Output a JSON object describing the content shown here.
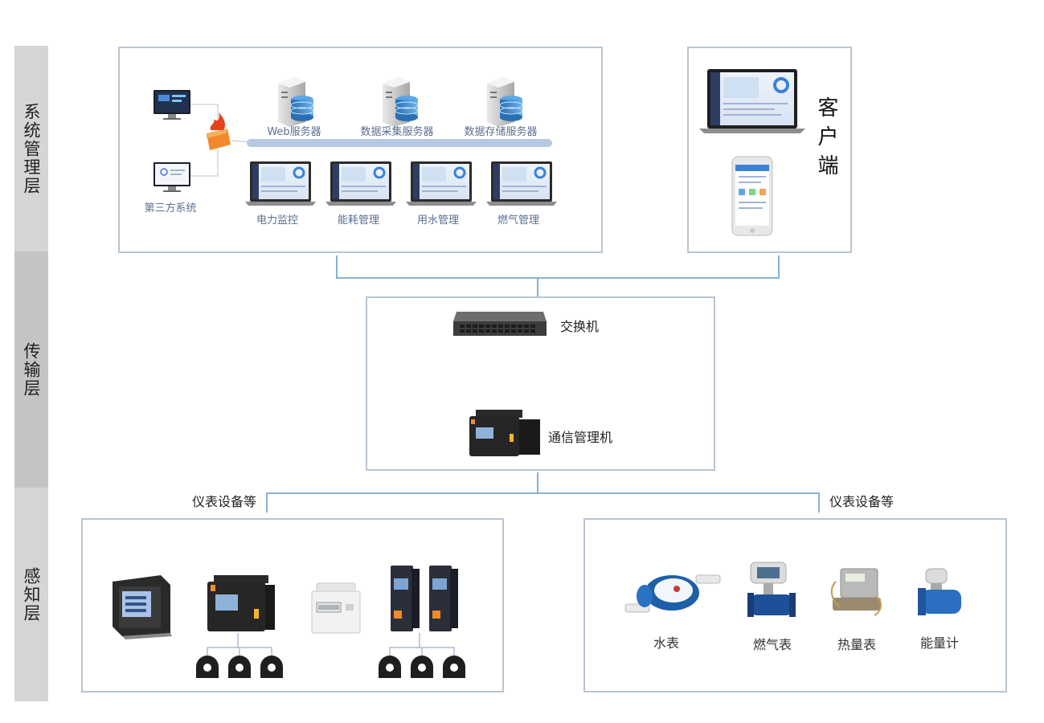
{
  "layers": {
    "system": "系统管理层",
    "transport": "传输层",
    "perception": "感知层"
  },
  "system_box": {
    "servers": [
      "Web服务器",
      "数据采集服务器",
      "数据存储服务器"
    ],
    "third_party": "第三方系统",
    "apps": [
      "电力监控",
      "能耗管理",
      "用水管理",
      "燃气管理"
    ]
  },
  "client_box": {
    "label": "客户端"
  },
  "transport_box": {
    "switch": "交换机",
    "gateway": "通信管理机"
  },
  "branch_labels": {
    "left": "仪表设备等",
    "right": "仪表设备等"
  },
  "meters_right": [
    "水表",
    "燃气表",
    "热量表",
    "能量计"
  ],
  "colors": {
    "line": "#7ba7cf",
    "box_border": "#b9c4d0",
    "layer_bg_1": "#d6d5d6",
    "layer_bg_2": "#c5c3c4",
    "label_blue": "#5a6f93",
    "bus": "#b7c9e2",
    "firewall": "#f08a2c"
  },
  "icons": [
    "monitor-icon",
    "firewall-icon",
    "server-icon",
    "laptop-icon",
    "phone-icon",
    "switch-icon",
    "gateway-icon",
    "panel-meter-icon",
    "din-meter-icon",
    "transmitter-icon",
    "ct-sensor-icon",
    "water-meter-icon",
    "flow-meter-icon",
    "heat-meter-icon",
    "energy-meter-icon"
  ]
}
